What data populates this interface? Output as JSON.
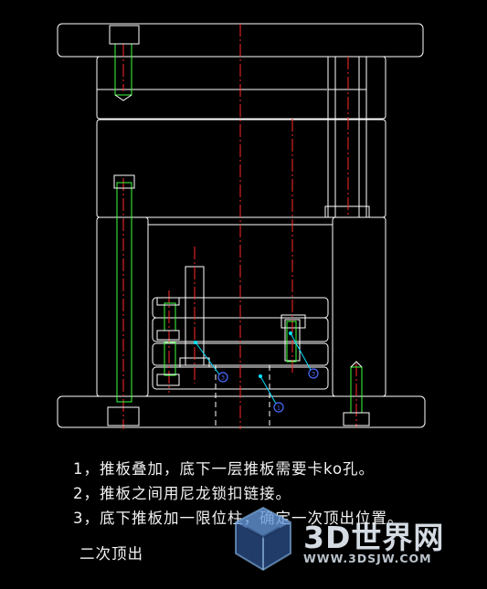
{
  "notes": {
    "line1": "1，推板叠加，底下一层推板需要卡ko孔。",
    "line2": "2，推板之间用尼龙锁扣链接。",
    "line3": "3，底下推板加一限位柱，确定一次顶出位置。",
    "caption": "二次顶出"
  },
  "balloons": [
    "1",
    "2",
    "3"
  ],
  "watermark": {
    "title": "3D世界网",
    "url": "WWW.3DSJW.COM"
  },
  "colors": {
    "outline": "#ffffff",
    "centerline": "#ff2a2a",
    "bolt": "#3cff3c",
    "leader": "#00e0ff",
    "balloon": "#4b6bff"
  }
}
